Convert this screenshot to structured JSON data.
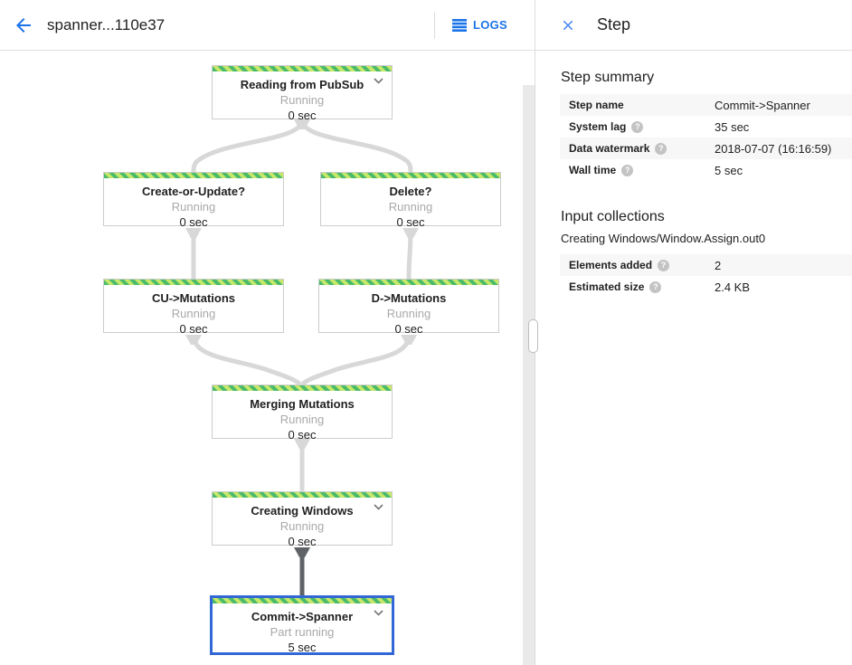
{
  "header": {
    "title": "spanner...110e37",
    "logs_label": "LOGS"
  },
  "panel": {
    "title": "Step",
    "step_summary": {
      "heading": "Step summary",
      "rows": [
        {
          "label": "Step name",
          "value": "Commit->Spanner",
          "help": false
        },
        {
          "label": "System lag",
          "value": "35 sec",
          "help": true
        },
        {
          "label": "Data watermark",
          "value": "2018-07-07 (16:16:59)",
          "help": true
        },
        {
          "label": "Wall time",
          "value": "5 sec",
          "help": true
        }
      ]
    },
    "input_collections": {
      "heading": "Input collections",
      "collection_name": "Creating Windows/Window.Assign.out0",
      "rows": [
        {
          "label": "Elements added",
          "value": "2",
          "help": true
        },
        {
          "label": "Estimated size",
          "value": "2.4 KB",
          "help": true
        }
      ]
    }
  },
  "graph": {
    "nodes": [
      {
        "id": "reading-from-pubsub",
        "title": "Reading from PubSub",
        "status": "Running",
        "time": "0 sec",
        "expandable": true,
        "selected": false
      },
      {
        "id": "create-or-update",
        "title": "Create-or-Update?",
        "status": "Running",
        "time": "0 sec",
        "expandable": false,
        "selected": false
      },
      {
        "id": "delete",
        "title": "Delete?",
        "status": "Running",
        "time": "0 sec",
        "expandable": false,
        "selected": false
      },
      {
        "id": "cu-mutations",
        "title": "CU->Mutations",
        "status": "Running",
        "time": "0 sec",
        "expandable": false,
        "selected": false
      },
      {
        "id": "d-mutations",
        "title": "D->Mutations",
        "status": "Running",
        "time": "0 sec",
        "expandable": false,
        "selected": false
      },
      {
        "id": "merging-mutations",
        "title": "Merging Mutations",
        "status": "Running",
        "time": "0 sec",
        "expandable": false,
        "selected": false
      },
      {
        "id": "creating-windows",
        "title": "Creating Windows",
        "status": "Running",
        "time": "0 sec",
        "expandable": true,
        "selected": false
      },
      {
        "id": "commit-spanner",
        "title": "Commit->Spanner",
        "status": "Part running",
        "time": "5 sec",
        "expandable": true,
        "selected": true
      }
    ],
    "edges": [
      {
        "from": "reading-from-pubsub",
        "to": "create-or-update"
      },
      {
        "from": "reading-from-pubsub",
        "to": "delete"
      },
      {
        "from": "create-or-update",
        "to": "cu-mutations"
      },
      {
        "from": "delete",
        "to": "d-mutations"
      },
      {
        "from": "cu-mutations",
        "to": "merging-mutations"
      },
      {
        "from": "d-mutations",
        "to": "merging-mutations"
      },
      {
        "from": "merging-mutations",
        "to": "creating-windows"
      },
      {
        "from": "creating-windows",
        "to": "commit-spanner",
        "emphasized": true
      }
    ]
  },
  "colors": {
    "accent_blue": "#1a73e8",
    "selection_blue": "#3367d6",
    "stripe_green": "#4bbb6b",
    "stripe_lime": "#c6e86a",
    "edge_gray": "#d8d8d8",
    "edge_dark": "#5f6368"
  }
}
